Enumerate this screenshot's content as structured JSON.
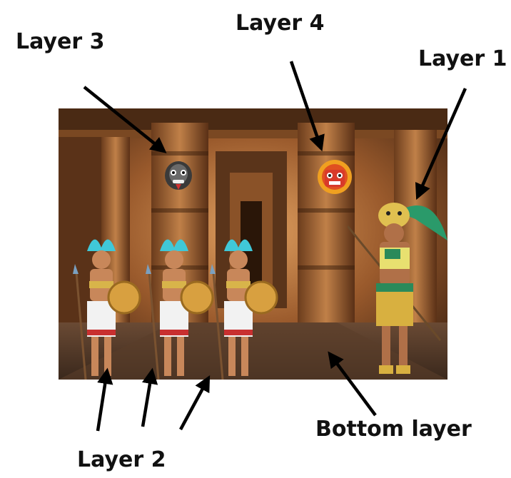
{
  "labels": {
    "layer1": "Layer 1",
    "layer2": "Layer 2",
    "layer3": "Layer 3",
    "layer4": "Layer 4",
    "bottom": "Bottom layer"
  },
  "colors": {
    "text": "#111111",
    "arrow": "#000000"
  },
  "scene": {
    "background": "temple-interior-photo",
    "masks": [
      "dark-tribal-mask",
      "orange-aztec-mask"
    ],
    "figures": [
      "aztec-warrior",
      "aztec-warrior",
      "aztec-warrior",
      "jaguar-warrior"
    ]
  }
}
